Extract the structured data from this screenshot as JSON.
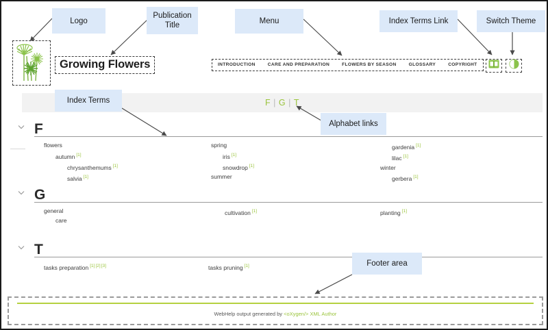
{
  "window": {
    "border_color": "#1b1b1b"
  },
  "header": {
    "logo_icon": "flowers-logo-icon",
    "publication_title": "Growing Flowers",
    "menu": [
      {
        "label": "INTRODUCTION"
      },
      {
        "label": "CARE AND PREPARATION"
      },
      {
        "label": "FLOWERS BY SEASON"
      },
      {
        "label": "GLOSSARY"
      },
      {
        "label": "COPYRIGHT"
      }
    ],
    "tools": [
      {
        "name": "index-terms-link",
        "icon": "book-index-icon"
      },
      {
        "name": "switch-theme",
        "icon": "half-circle-contrast-icon"
      }
    ]
  },
  "alphabet": {
    "links": [
      "F",
      "G",
      "T"
    ],
    "separator": "|",
    "link_color": "#9ac43c",
    "band_color": "#f2f2f2"
  },
  "index": {
    "sections": [
      {
        "letter": "F",
        "columns": [
          [
            {
              "term": "flowers",
              "level": 1,
              "refs": []
            },
            {
              "term": "autumn",
              "level": 2,
              "refs": [
                "[1]"
              ]
            },
            {
              "term": "chrysanthemums",
              "level": 3,
              "refs": [
                "[1]"
              ]
            },
            {
              "term": "salvia",
              "level": 3,
              "refs": [
                "[1]"
              ]
            }
          ],
          [
            {
              "term": "spring",
              "level": 1,
              "refs": []
            },
            {
              "term": "iris",
              "level": 2,
              "refs": [
                "[1]"
              ]
            },
            {
              "term": "snowdrop",
              "level": 2,
              "refs": [
                "[1]"
              ]
            },
            {
              "term": "summer",
              "level": 1,
              "refs": []
            }
          ],
          [
            {
              "term": "gardenia",
              "level": 2,
              "refs": [
                "[1]"
              ]
            },
            {
              "term": "lilac",
              "level": 2,
              "refs": [
                "[1]"
              ]
            },
            {
              "term": "winter",
              "level": 1,
              "refs": []
            },
            {
              "term": "gerbera",
              "level": 2,
              "refs": [
                "[1]"
              ]
            }
          ]
        ]
      },
      {
        "letter": "G",
        "columns": [
          [
            {
              "term": "general",
              "level": 1,
              "refs": []
            },
            {
              "term": "care",
              "level": 2,
              "refs": []
            }
          ],
          [
            {
              "term": "cultivation",
              "level": 1,
              "refs": [
                "[1]"
              ]
            }
          ],
          [
            {
              "term": "planting",
              "level": 1,
              "refs": [
                "[1]"
              ]
            }
          ]
        ]
      },
      {
        "letter": "T",
        "columns": [
          [
            {
              "term": "tasks preparation",
              "level": 1,
              "refs": [
                "[1]",
                "[2]",
                "[3]"
              ]
            }
          ],
          [
            {
              "term": "tasks pruning",
              "level": 1,
              "refs": [
                "[1]"
              ]
            }
          ],
          []
        ]
      }
    ]
  },
  "footer": {
    "text_prefix": "WebHelp output generated by ",
    "brand": "<oXygen/> XML Author",
    "rule_color": "#b5d13f"
  },
  "annotations": {
    "box_color": "#dce9f9",
    "items": [
      {
        "name": "logo",
        "label": "Logo"
      },
      {
        "name": "publication-title",
        "label": "Publication\nTitle"
      },
      {
        "name": "menu",
        "label": "Menu"
      },
      {
        "name": "index-terms-link",
        "label": "Index Terms Link"
      },
      {
        "name": "switch-theme",
        "label": "Switch Theme"
      },
      {
        "name": "index-terms",
        "label": "Index Terms"
      },
      {
        "name": "alphabet-links",
        "label": "Alphabet links"
      },
      {
        "name": "footer-area",
        "label": "Footer area"
      }
    ]
  }
}
